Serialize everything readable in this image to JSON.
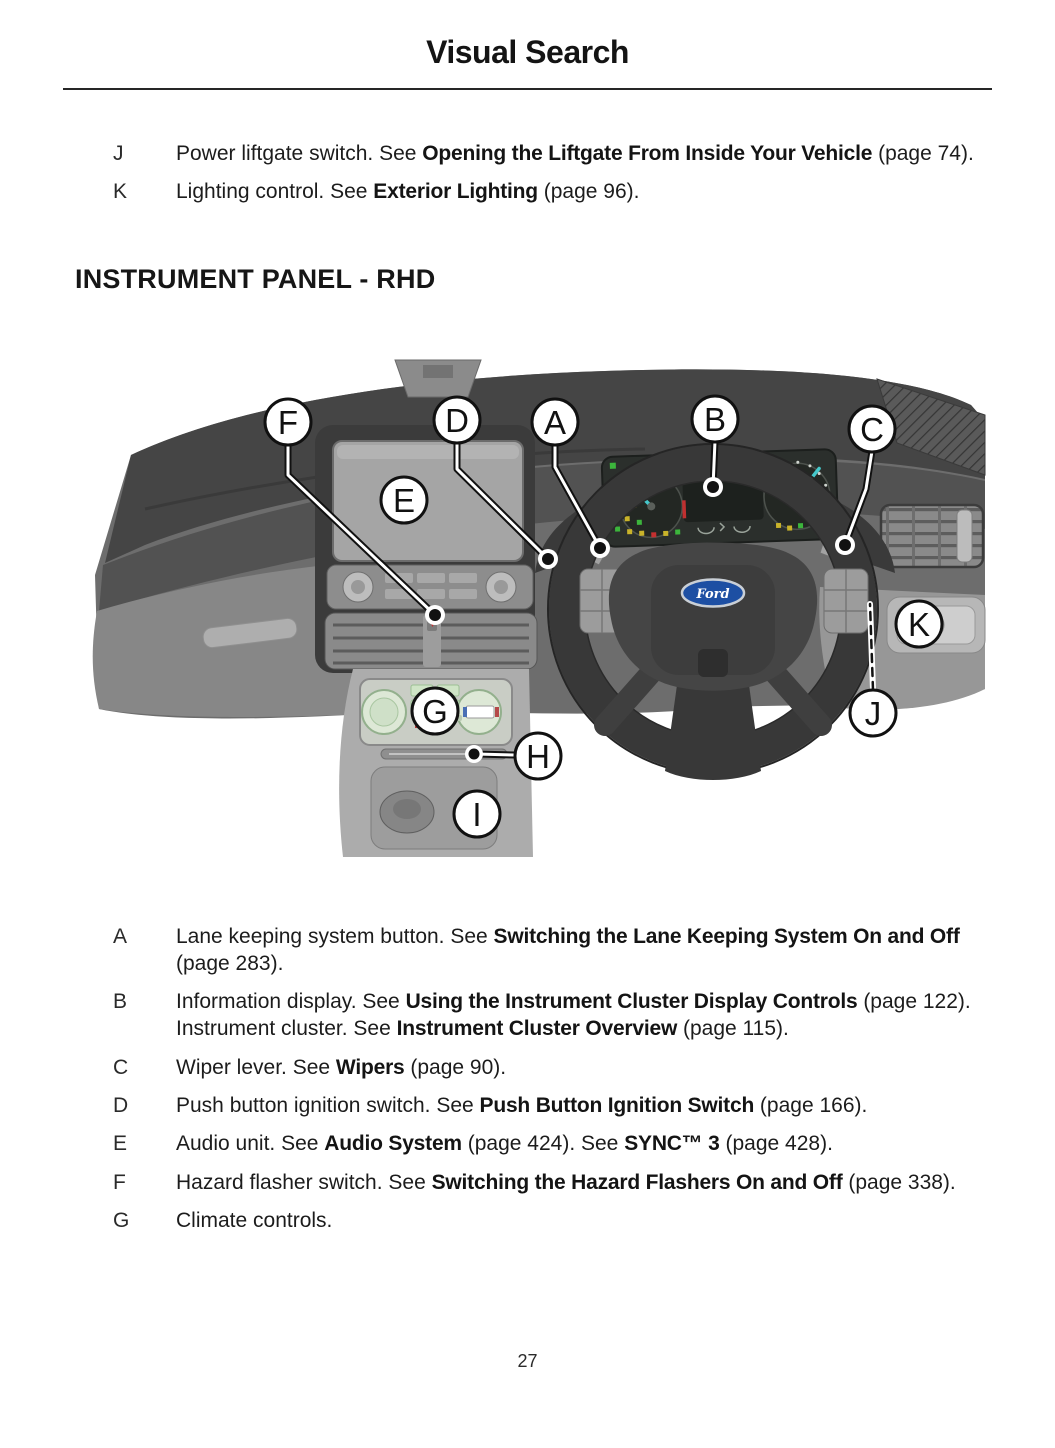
{
  "page": {
    "title": "Visual Search",
    "page_number": "27"
  },
  "top_legend": [
    {
      "letter": "J",
      "parts": [
        {
          "t": "Power liftgate switch. See "
        },
        {
          "t": "Opening the Liftgate From Inside Your Vehicle",
          "b": true
        },
        {
          "t": " (page 74)."
        }
      ]
    },
    {
      "letter": "K",
      "parts": [
        {
          "t": "Lighting control. See "
        },
        {
          "t": "Exterior Lighting",
          "b": true
        },
        {
          "t": " (page 96)."
        }
      ]
    }
  ],
  "section_heading": "INSTRUMENT PANEL - RHD",
  "diagram": {
    "description": "Right-hand-drive instrument panel illustration with lettered callouts",
    "callouts": [
      {
        "letter": "A"
      },
      {
        "letter": "B"
      },
      {
        "letter": "C"
      },
      {
        "letter": "D"
      },
      {
        "letter": "E"
      },
      {
        "letter": "F"
      },
      {
        "letter": "G"
      },
      {
        "letter": "H"
      },
      {
        "letter": "I"
      },
      {
        "letter": "J"
      },
      {
        "letter": "K"
      }
    ],
    "steering_wheel_logo": "Ford",
    "colors": {
      "ford_blue": "#1d4fa3",
      "needle_cyan": "#45c8cb",
      "climate_green": "#cde3c6",
      "warning_yellow": "#c9b32a",
      "indicator_green": "#3cb53c",
      "alert_red": "#c43030"
    }
  },
  "bottom_legend": [
    {
      "letter": "A",
      "parts": [
        {
          "t": "Lane keeping system button. See "
        },
        {
          "t": "Switching the Lane Keeping System On and Off",
          "b": true
        },
        {
          "t": " (page 283)."
        }
      ]
    },
    {
      "letter": "B",
      "parts": [
        {
          "t": "Information display. See "
        },
        {
          "t": "Using the Instrument Cluster Display Controls",
          "b": true
        },
        {
          "t": " (page 122). Instrument cluster. See "
        },
        {
          "t": "Instrument Cluster Overview",
          "b": true
        },
        {
          "t": " (page 115)."
        }
      ]
    },
    {
      "letter": "C",
      "parts": [
        {
          "t": "Wiper lever. See "
        },
        {
          "t": "Wipers",
          "b": true
        },
        {
          "t": " (page 90)."
        }
      ]
    },
    {
      "letter": "D",
      "parts": [
        {
          "t": "Push button ignition switch. See "
        },
        {
          "t": "Push Button Ignition Switch",
          "b": true
        },
        {
          "t": " (page 166)."
        }
      ]
    },
    {
      "letter": "E",
      "parts": [
        {
          "t": "Audio unit. See "
        },
        {
          "t": "Audio System",
          "b": true
        },
        {
          "t": " (page 424). See "
        },
        {
          "t": "SYNC™ 3",
          "b": true
        },
        {
          "t": " (page 428)."
        }
      ]
    },
    {
      "letter": "F",
      "parts": [
        {
          "t": "Hazard flasher switch. See "
        },
        {
          "t": "Switching the Hazard Flashers On and Off",
          "b": true
        },
        {
          "t": " (page 338)."
        }
      ]
    },
    {
      "letter": "G",
      "parts": [
        {
          "t": "Climate controls."
        }
      ]
    }
  ]
}
